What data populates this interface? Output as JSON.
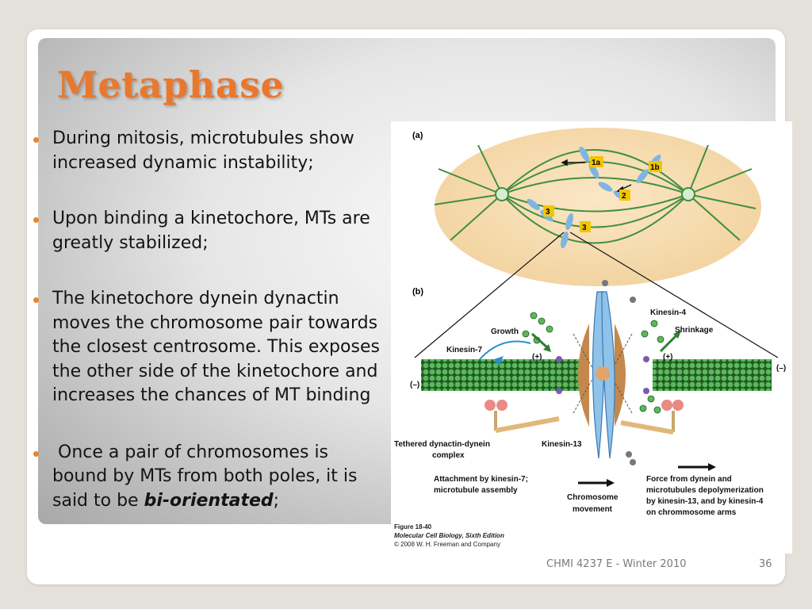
{
  "slide": {
    "title": "Metaphase",
    "bullets": [
      "During mitosis, microtubules show increased dynamic instability;",
      "Upon binding a kinetochore, MTs are greatly stabilized;",
      "The kinetochore dynein dynactin moves the chromosome pair towards the closest centrosome. This exposes the other side of the kinetochore and increases the chances of MT binding"
    ],
    "last_bullet": {
      "before": " Once a pair of chromosomes is bound by MTs from both poles, it is said to be ",
      "emphasis": "bi-orientated",
      "after": ";"
    },
    "footer": "CHMI 4237 E - Winter 2010",
    "page_number": "36",
    "colors": {
      "title": "#e9782d",
      "bullet": "#e9842f"
    }
  },
  "figure": {
    "panel_a_label": "(a)",
    "panel_b_label": "(b)",
    "badges": [
      "1a",
      "1b",
      "2",
      "3",
      "3"
    ],
    "labels": {
      "kinesin4": "Kinesin-4",
      "growth": "Growth",
      "shrinkage": "Shrinkage",
      "kinesin7": "Kinesin-7",
      "plus": "(+)",
      "minus": "(–)",
      "tethered1": "Tethered dynactin-dynein",
      "tethered2": "complex",
      "kinesin13": "Kinesin-13",
      "attach1": "Attachment by kinesin-7;",
      "attach2": "microtubule assembly",
      "chrom1": "Chromosome",
      "chrom2": "movement",
      "force1": "Force from dynein and",
      "force2": "microtubules depolymerization",
      "force3": "by kinesin-13, and by kinesin-4",
      "force4": "on chrommosome arms"
    },
    "caption": {
      "number": "Figure 18-40",
      "book": "Molecular Cell Biology, Sixth Edition",
      "copyright": "© 2008 W. H. Freeman and Company"
    }
  }
}
